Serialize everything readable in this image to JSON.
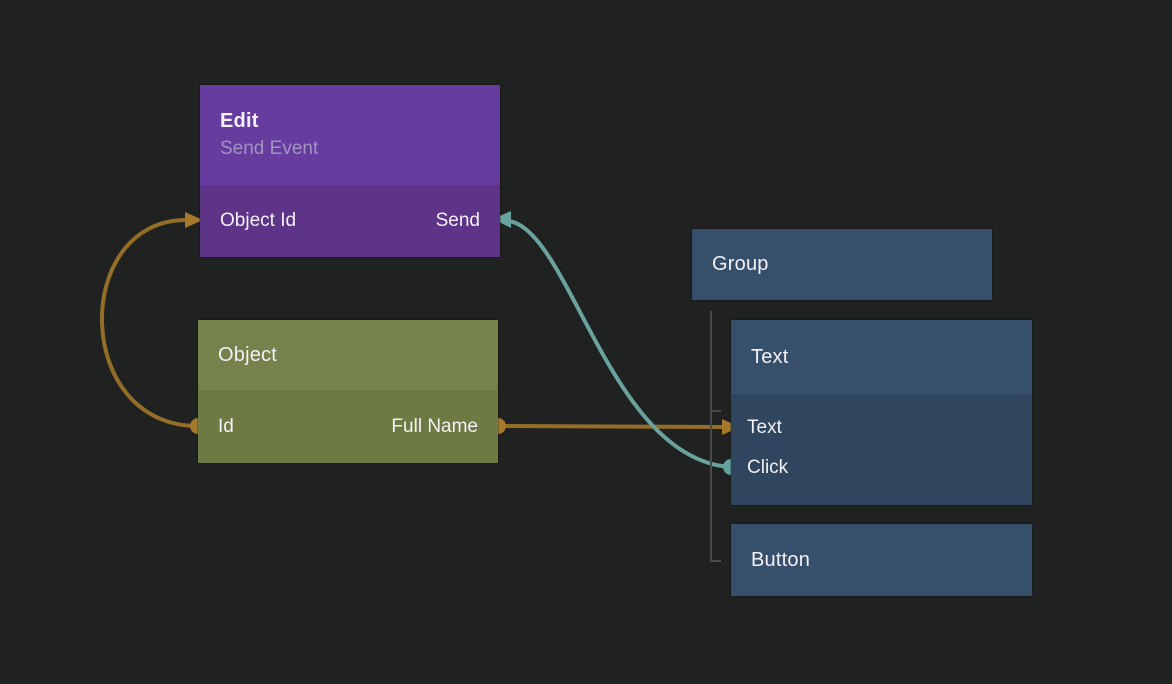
{
  "colors": {
    "background": "#202121",
    "edit_header": "#663c9e",
    "edit_body": "#5d3488",
    "object_header": "#75824b",
    "object_body": "#6d7a44",
    "blue_header": "#364f6b",
    "blue_body": "#2f465e",
    "node_text": "#f3f1f6",
    "subtitle_text": "#a393c2",
    "wire_orange": "#946e28",
    "wire_orange_bright": "#a5782c",
    "wire_teal": "#6aa29d",
    "wire_teal_dot": "#5fa39c",
    "tree_line": "#4a4a4a"
  },
  "edit_node": {
    "title": "Edit",
    "subtitle": "Send Event",
    "left_port": "Object Id",
    "right_port": "Send"
  },
  "object_node": {
    "title": "Object",
    "left_port": "Id",
    "right_port": "Full Name"
  },
  "group_node": {
    "title": "Group"
  },
  "text_node": {
    "title": "Text",
    "ports": [
      {
        "label": "Text"
      },
      {
        "label": "Click"
      }
    ]
  },
  "button_node": {
    "title": "Button"
  },
  "connections": [
    {
      "from": "Object / Id",
      "to": "Edit / Object Id",
      "color": "#946e28"
    },
    {
      "from": "Object / Full Name",
      "to": "Text / Text",
      "color": "#946e28"
    },
    {
      "from": "Text / Click",
      "to": "Edit / Send",
      "color": "#6aa29d"
    }
  ]
}
